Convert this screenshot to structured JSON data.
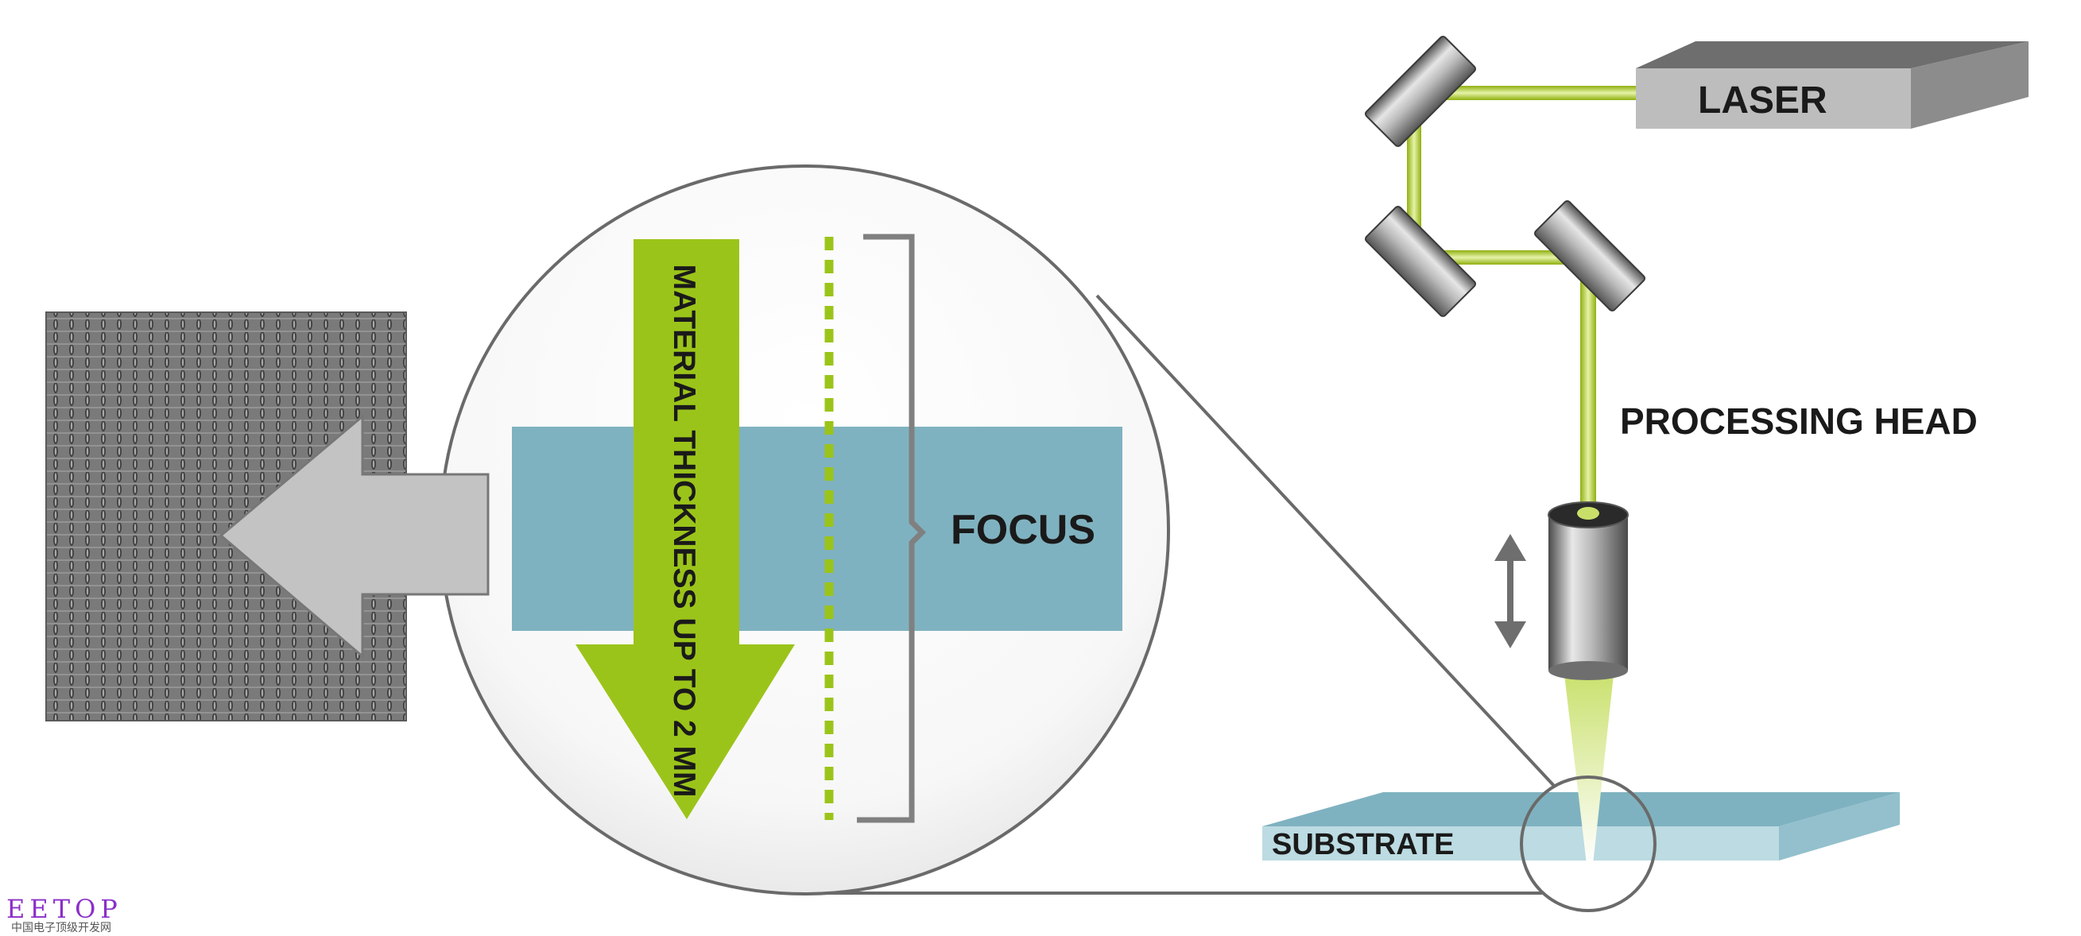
{
  "labels": {
    "laser": "LASER",
    "processing_head": "PROCESSING HEAD",
    "substrate": "SUBSTRATE",
    "focus": "FOCUS",
    "material_thickness": "MATERIAL THICKNESS UP TO 2 MM"
  },
  "watermark": {
    "brand": "EETOP",
    "subtitle": "中国电子顶级开发网"
  },
  "colors": {
    "laser_beam": "#a8c820",
    "arrow_green": "#9bc41a",
    "substrate_blue": "#7fb2c0",
    "substrate_light": "#bcdbe2",
    "lens_gray": "#808080",
    "outline_gray": "#6a6a6a"
  }
}
